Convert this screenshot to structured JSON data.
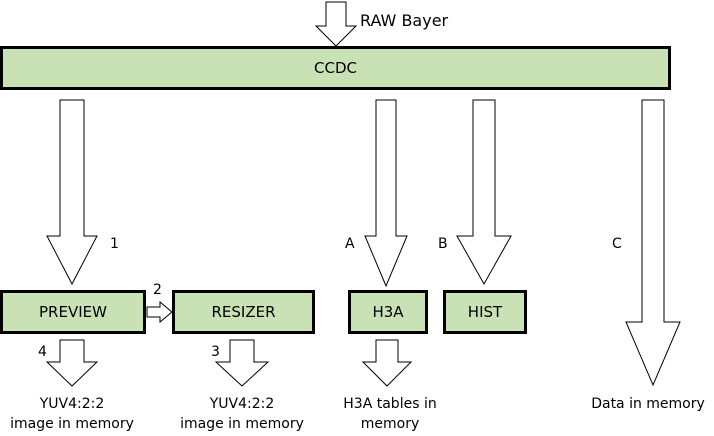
{
  "input_label": "RAW Bayer",
  "colors": {
    "block_fill": "#c9e2b5",
    "block_border": "#000000",
    "arrow_fill": "#ffffff",
    "arrow_stroke": "#000000"
  },
  "blocks": {
    "ccdc": "CCDC",
    "preview": "PREVIEW",
    "resizer": "RESIZER",
    "h3a": "H3A",
    "hist": "HIST"
  },
  "path_labels": {
    "p1": "1",
    "p2": "2",
    "p3": "3",
    "p4": "4",
    "a": "A",
    "b": "B",
    "c": "C"
  },
  "outputs": {
    "preview_out": [
      "YUV4:2:2",
      "image in memory"
    ],
    "resizer_out": [
      "YUV4:2:2",
      "image in memory"
    ],
    "h3a_out": [
      "H3A tables in",
      "memory"
    ],
    "ccdc_out": [
      "Data in memory"
    ]
  }
}
